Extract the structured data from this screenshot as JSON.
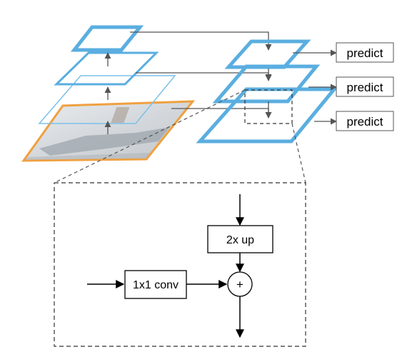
{
  "diagram": {
    "predict_boxes": [
      "predict",
      "predict",
      "predict"
    ],
    "merge_block": {
      "upsample_label": "2x up",
      "lateral_label": "1x1 conv",
      "add_symbol": "+"
    },
    "colors": {
      "pyramid_blue": "#5aaee0",
      "feature_thin_blue": "#7cc0ea",
      "image_border_orange": "#f0a040",
      "arrow_gray": "#555555",
      "dashed": "#333333",
      "text": "#000000"
    },
    "icons": [
      "arrow-icon",
      "plus-circle-icon"
    ]
  }
}
